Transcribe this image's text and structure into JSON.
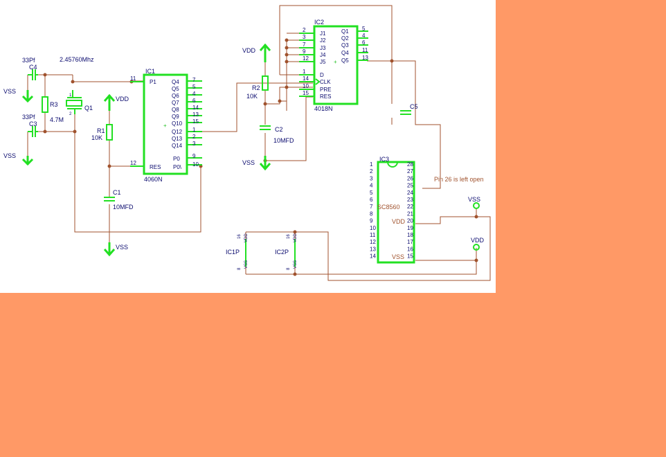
{
  "labels": {
    "c4_val": "33Pf",
    "c4": "C4",
    "c3_val": "33Pf",
    "c3": "C3",
    "freq": "2.45760Mhz",
    "r3": "R3",
    "r3_val": "4.7M",
    "q1": "Q1",
    "q1_pin1": "1",
    "q1_pin2": "2",
    "vss_a": "VSS",
    "vss_b": "VSS",
    "ic1": "IC1",
    "ic1_part": "4060N",
    "vdd_r1": "VDD",
    "r1": "R1",
    "r1_val": "10K",
    "c1": "C1",
    "c1_val": "10MFD",
    "vss_c1": "VSS",
    "ic2": "IC2",
    "ic2_part": "4018N",
    "vdd_r2": "VDD",
    "r2": "R2",
    "r2_val": "10K",
    "c2": "C2",
    "c2_val": "10MFD",
    "vss_c2": "VSS",
    "c5": "C5",
    "ic3": "IC3",
    "ic3_part": "SC8560",
    "ic3_vdd": "VDD",
    "ic3_vss": "VSS",
    "note_pin26": "Pin 26 is left open",
    "vss_term": "VSS",
    "vdd_term": "VDD",
    "ic1p": "IC1P",
    "ic2p": "IC2P",
    "pw_vdd1": "VDD",
    "pw_vss1": "VSS",
    "pw_vdd2": "VDD",
    "pw_vss2": "VSS",
    "pw_16a": "16",
    "pw_8a": "8",
    "pw_16b": "16",
    "pw_8b": "8"
  },
  "ic1_pins_left": [
    {
      "num": "11",
      "name": "P1"
    },
    {
      "num": "12",
      "name": "RES"
    }
  ],
  "ic1_outputs": [
    {
      "name": "Q4",
      "num": "7"
    },
    {
      "name": "Q5",
      "num": "5"
    },
    {
      "name": "Q6",
      "num": "4"
    },
    {
      "name": "Q7",
      "num": "6"
    },
    {
      "name": "Q8",
      "num": "14"
    },
    {
      "name": "Q9",
      "num": "13"
    },
    {
      "name": "Q10",
      "num": "15"
    },
    {
      "name": "Q12",
      "num": "1"
    },
    {
      "name": "Q13",
      "num": "2"
    },
    {
      "name": "Q14",
      "num": "3"
    }
  ],
  "ic1_bottom_pins": [
    {
      "name": "P0",
      "num": "9"
    },
    {
      "name": "P0\\",
      "num": "10"
    }
  ],
  "ic2_inputs": [
    {
      "num": "2",
      "name": "J1"
    },
    {
      "num": "3",
      "name": "J2"
    },
    {
      "num": "7",
      "name": "J3"
    },
    {
      "num": "9",
      "name": "J4"
    },
    {
      "num": "12",
      "name": "J5"
    },
    {
      "num": "1",
      "name": "D"
    },
    {
      "num": "14",
      "name": "CLK"
    },
    {
      "num": "10",
      "name": "PRE"
    },
    {
      "num": "15",
      "name": "RES"
    }
  ],
  "ic2_outputs": [
    {
      "name": "Q1",
      "num": "5"
    },
    {
      "name": "Q2",
      "num": "4"
    },
    {
      "name": "Q3",
      "num": "6"
    },
    {
      "name": "Q4",
      "num": "11"
    },
    {
      "name": "Q5",
      "num": "13"
    }
  ],
  "ic3_left": [
    "1",
    "2",
    "3",
    "4",
    "5",
    "6",
    "7",
    "8",
    "9",
    "10",
    "11",
    "12",
    "13",
    "14"
  ],
  "ic3_right": [
    "28",
    "27",
    "26",
    "25",
    "24",
    "23",
    "22",
    "21",
    "20",
    "19",
    "18",
    "17",
    "16",
    "15"
  ],
  "colors": {
    "wire": "#a0522d",
    "part": "#22e022",
    "text": "#0a0a6e",
    "outside": "#ff9966"
  }
}
